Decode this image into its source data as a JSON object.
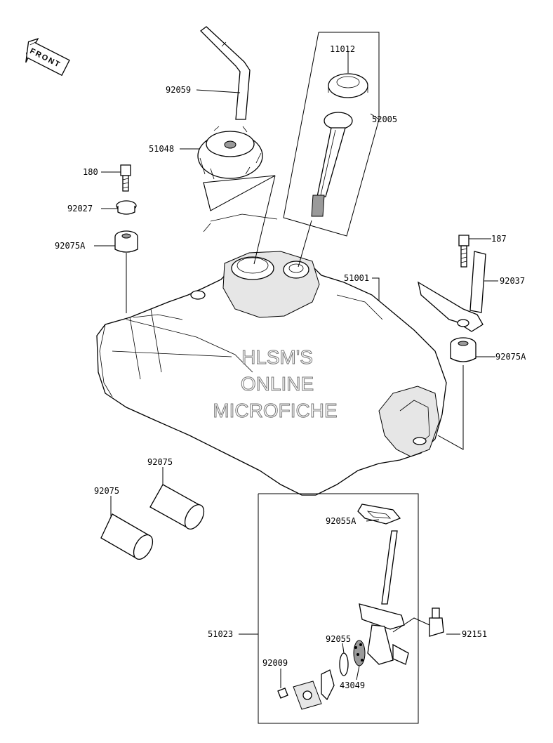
{
  "diagram": {
    "front_marker": "FRONT",
    "watermark": [
      "HLSM'S",
      "ONLINE",
      "MICROFICHE"
    ],
    "parts": {
      "p11012": "11012",
      "p52005": "52005",
      "p92059": "92059",
      "p51048": "51048",
      "p180": "180",
      "p92027": "92027",
      "p92075A_left": "92075A",
      "p187": "187",
      "p92037": "92037",
      "p51001": "51001",
      "p92075A_right": "92075A",
      "p92075_upper": "92075",
      "p92075_lower": "92075",
      "p92055A": "92055A",
      "p51023": "51023",
      "p92151": "92151",
      "p92055": "92055",
      "p92009": "92009",
      "p43049": "43049"
    }
  }
}
